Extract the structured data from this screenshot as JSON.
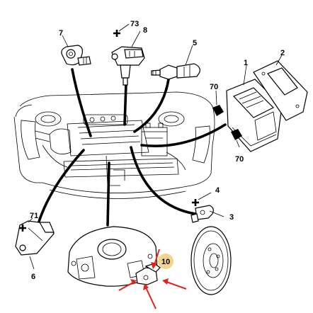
{
  "callouts": {
    "c1": "1",
    "c2": "2",
    "c3": "3",
    "c4": "4",
    "c5": "5",
    "c6": "6",
    "c7": "7",
    "c8": "8",
    "c10": "10",
    "c70a": "70",
    "c70b": "70",
    "c71": "71",
    "c73": "73"
  },
  "colors": {
    "highlight": "#f3d58c",
    "arrow": "#e2231a",
    "line": "#000000"
  },
  "icons": [
    "plus-marker-icon",
    "red-arrow-icon"
  ]
}
